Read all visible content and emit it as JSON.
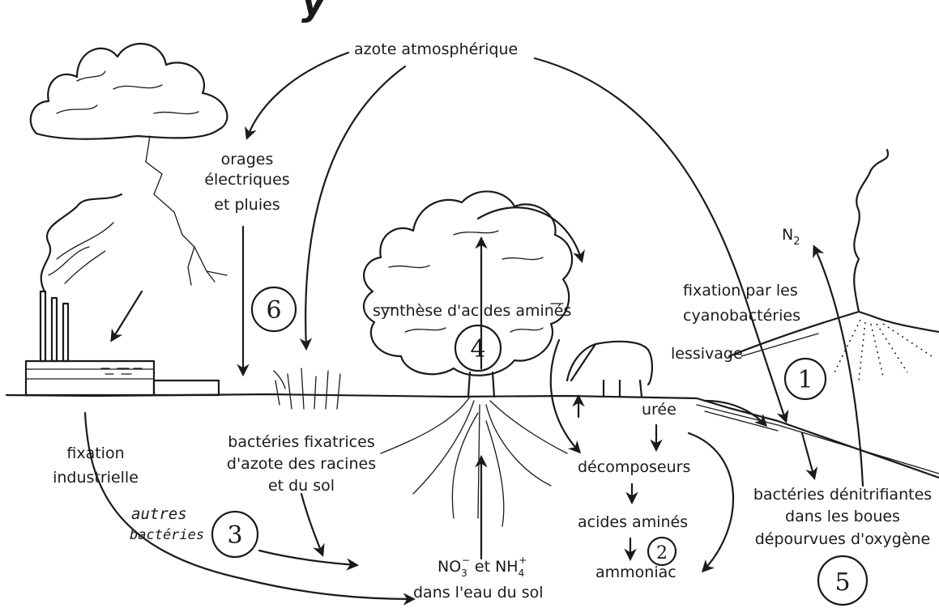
{
  "title_fragment": "y",
  "labels": {
    "azote": "azote atmosphérique",
    "orages": [
      "orages",
      "électriques",
      "et pluies"
    ],
    "n2": "N",
    "n2_sub": "2",
    "fixation_cyano": [
      "fixation par les",
      "cyanobactéries"
    ],
    "lessivage": "lessivage",
    "synthese": "synthèse d'acides aminés",
    "uree": "urée",
    "decomposeurs": "décomposeurs",
    "acides": "acides aminés",
    "ammoniac": "ammoniac",
    "fixation_indus": [
      "fixation",
      "industrielle"
    ],
    "bacteries_fix": [
      "bactéries fixatrices",
      "d'azote des racines",
      "et du sol"
    ],
    "autres": [
      "autres",
      "bactéries"
    ],
    "no3_line1": "NO",
    "no3_sub": "3",
    "no3_sup": "−",
    "no3_et": " et NH",
    "nh4_sub": "4",
    "nh4_sup": "+",
    "no3_line2": "dans l'eau du sol",
    "denitri": [
      "bactéries dénitrifiantes",
      "dans les boues",
      "dépourvues d'oxygène"
    ]
  },
  "numbers": {
    "n1": "1",
    "n2": "2",
    "n3": "3",
    "n4": "4",
    "n5": "5",
    "n6": "6"
  }
}
